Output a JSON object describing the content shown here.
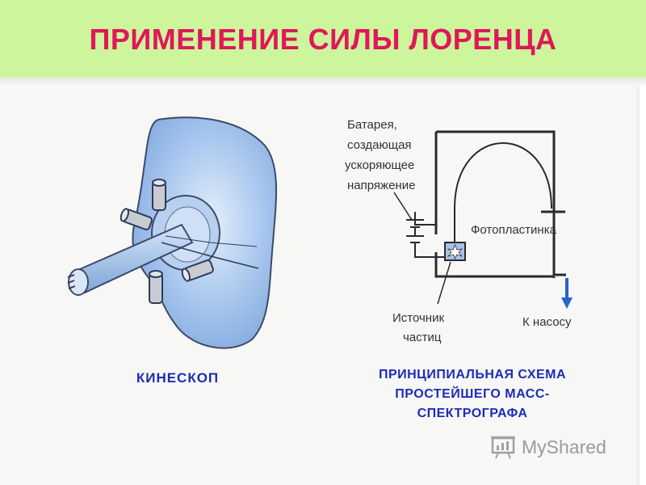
{
  "title": "ПРИМЕНЕНИЕ СИЛЫ ЛОРЕНЦА",
  "left_figure": {
    "caption": "КИНЕСКОП"
  },
  "right_figure": {
    "labels": {
      "battery_line1": "Батарея,",
      "battery_line2": "создающая",
      "battery_line3": "ускоряющее",
      "battery_line4": "напряжение",
      "plate": "Фотопластинка",
      "source_line1": "Источник",
      "source_line2": "частиц",
      "pump": "К насосу"
    },
    "caption_line1": "ПРИНЦИПИАЛЬНАЯ СХЕМА",
    "caption_line2": "ПРОСТЕЙШЕГО МАСС-",
    "caption_line3": "СПЕКТРОГРАФА"
  },
  "watermark": {
    "text": "MyShared"
  },
  "colors": {
    "title": "#e0175a",
    "title_band": "#ccf59c",
    "caption": "#1f2ab8",
    "screen_blue": "#8fb6e6",
    "arrow_blue": "#2a63c9"
  }
}
